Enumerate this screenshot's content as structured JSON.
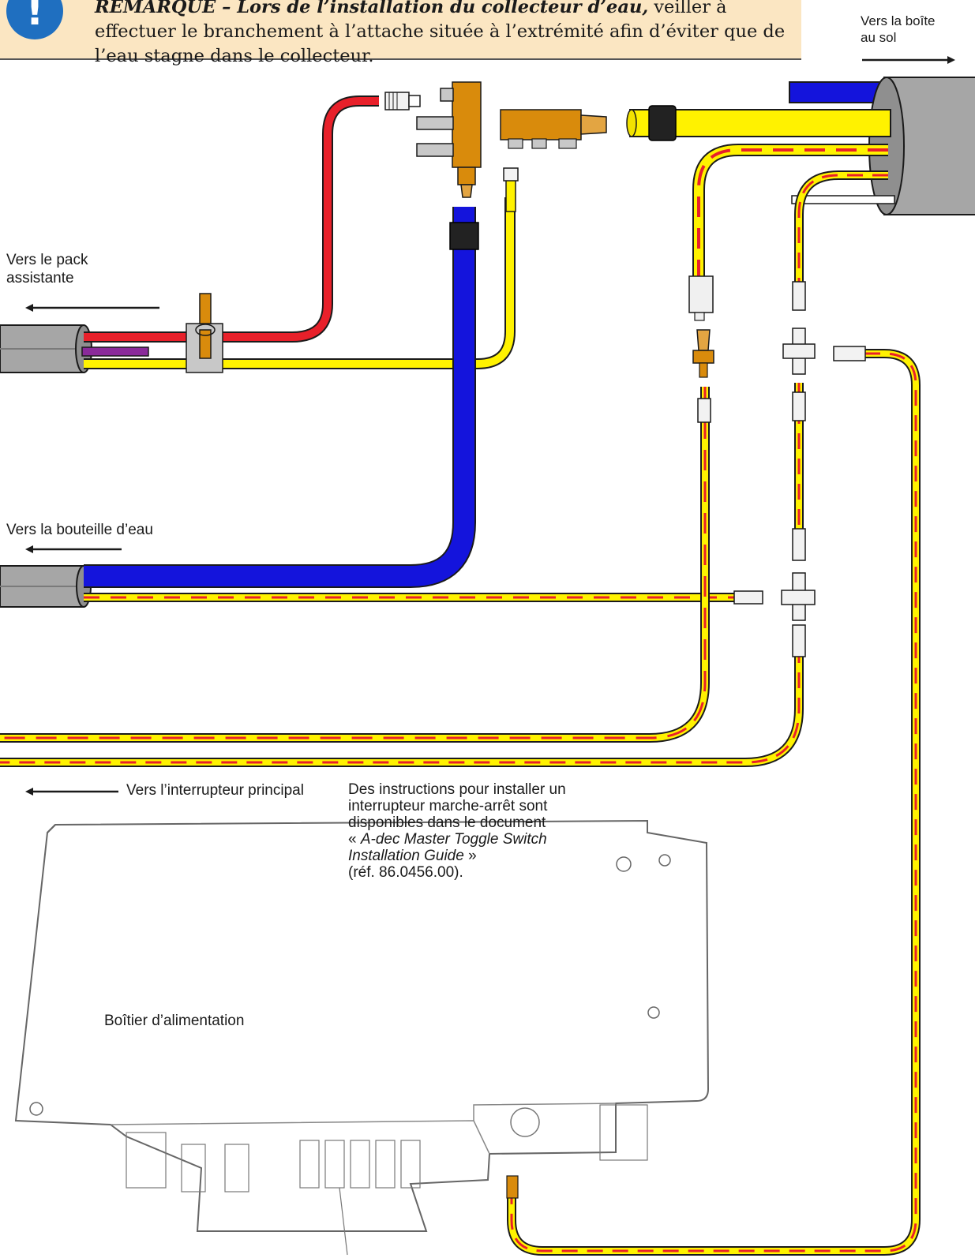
{
  "note": {
    "icon": "exclamation-icon",
    "icon_glyph": "!",
    "lead": "REMARQUE – Lors de l’installation du collecteur d’eau,",
    "body": " veiller à effectuer le branchement à l’attache située à l’extrémité afin d’éviter que de l’eau stagne dans le collecteur."
  },
  "labels": {
    "floor_box_line1": "Vers la boîte",
    "floor_box_line2": "au sol",
    "assistant_pack_line1": "Vers le pack",
    "assistant_pack_line2": "assistante",
    "water_bottle": "Vers la bouteille d’eau",
    "master_switch": "Vers l’interrupteur principal",
    "power_supply": "Boîtier d’alimentation"
  },
  "reference": {
    "line1": "Des instructions pour installer un",
    "line2": "interrupteur marche-arrêt sont",
    "line3": "disponibles dans le document",
    "quote_open": "« ",
    "doc_line1": "A-dec Master Toggle Switch",
    "doc_line2": "Installation Guide",
    "quote_close": " »",
    "ref": "(réf. 86.0456.00)."
  },
  "colors": {
    "red_tube": "#e8202a",
    "blue_tube": "#1414dc",
    "yellow_tube": "#fff200",
    "purple_tube": "#8a2a9a",
    "brass": "#d98b0c",
    "conduit_gray": "#a6a6a6",
    "note_background": "#fbe6c2",
    "note_icon": "#1f6fc0"
  }
}
